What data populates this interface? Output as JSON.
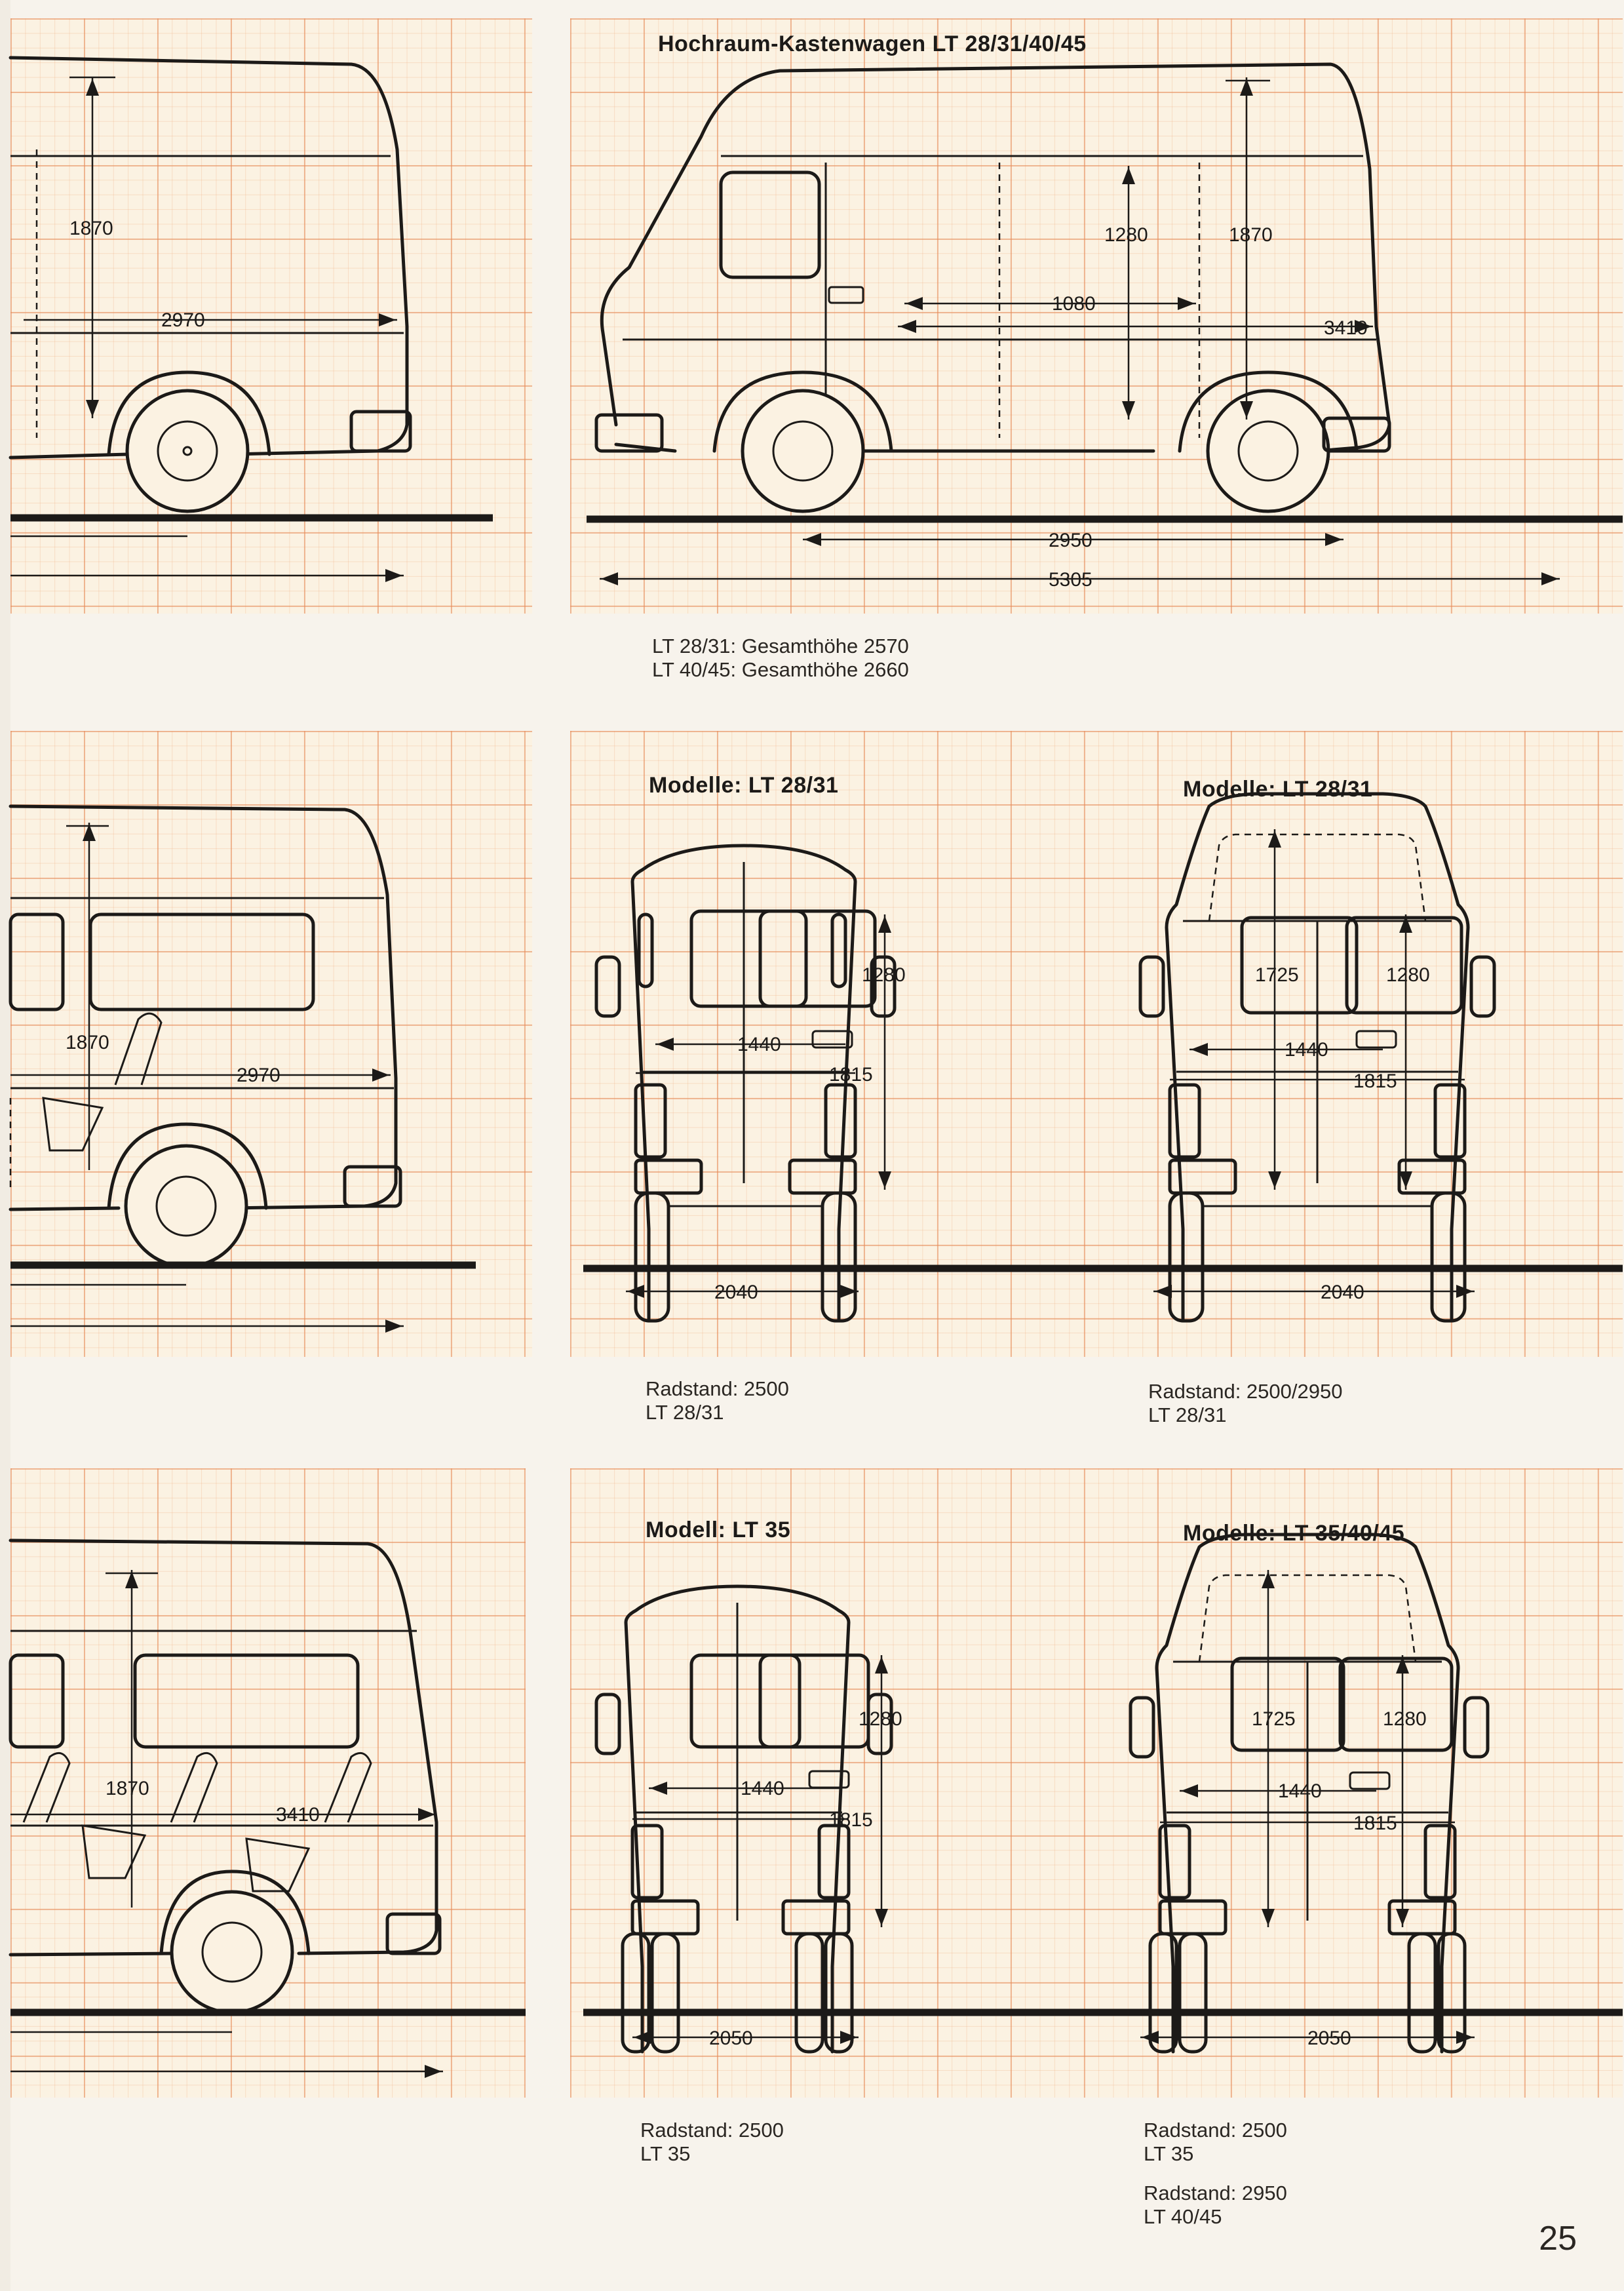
{
  "page_number": "25",
  "panels": {
    "top_left": {
      "dims": {
        "height": "1870",
        "length": "2970"
      }
    },
    "top_right": {
      "title": "Hochraum-Kastenwagen LT 28/31/40/45",
      "dims": {
        "inner_height": "1280",
        "height": "1870",
        "door": "1080",
        "cargo_length": "3410",
        "wheelbase": "2950",
        "overall": "5305"
      },
      "caption": [
        "LT 28/31: Gesamthöhe 2570",
        "LT 40/45: Gesamthöhe 2660"
      ]
    },
    "mid_left": {
      "dims": {
        "height": "1870",
        "length": "2970"
      }
    },
    "mid_right": {
      "rear_a": {
        "title": "Modelle: LT 28/31",
        "dims": {
          "door_h": "1280",
          "width_a": "1440",
          "width_b": "1815",
          "track": "2040"
        }
      },
      "rear_b": {
        "title": "Modelle: LT 28/31",
        "dims": {
          "roof_h": "1725",
          "door_h": "1280",
          "width_a": "1440",
          "width_b": "1815",
          "track": "2040"
        }
      },
      "caption_a": [
        "Radstand: 2500",
        "LT 28/31"
      ],
      "caption_b": [
        "Radstand: 2500/2950",
        "LT 28/31"
      ]
    },
    "bot_left": {
      "dims": {
        "height": "1870",
        "length": "3410"
      }
    },
    "bot_right": {
      "rear_a": {
        "title": "Modell: LT 35",
        "dims": {
          "door_h": "1280",
          "width_a": "1440",
          "width_b": "1815",
          "track": "2050"
        }
      },
      "rear_b": {
        "title": "Modelle: LT 35/40/45",
        "dims": {
          "roof_h": "1725",
          "door_h": "1280",
          "width_a": "1440",
          "width_b": "1815",
          "track": "2050"
        }
      },
      "caption_a": [
        "Radstand: 2500",
        "LT 35"
      ],
      "caption_b": [
        "Radstand: 2500",
        "LT 35"
      ],
      "caption_c": [
        "Radstand: 2950",
        "LT 40/45"
      ]
    }
  }
}
